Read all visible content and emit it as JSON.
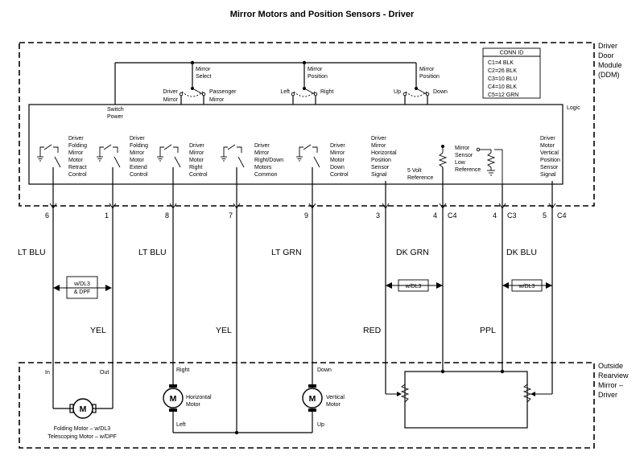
{
  "title": "Mirror Motors and Position Sensors - Driver",
  "ddm": {
    "label": [
      "Driver",
      "Door",
      "Module",
      "(DDM)"
    ],
    "logic_label": "Logic",
    "switch_power": [
      "Switch",
      "Power"
    ],
    "conn_id": {
      "title": "CONN ID",
      "rows": [
        "C1=4 BLK",
        "C2=26 BLK",
        "C3=10 BLU",
        "C4=10 BLK",
        "C5=12 GRN"
      ]
    },
    "switches": {
      "mirror_select": {
        "label": [
          "Mirror",
          "Select"
        ],
        "left": [
          "Driver",
          "Mirror"
        ],
        "right": [
          "Passenger",
          "Mirror"
        ]
      },
      "mirror_position": {
        "label": [
          "Mirror",
          "Position"
        ],
        "left": "Left",
        "right": "Right"
      },
      "up_down": {
        "label": [
          "Mirror",
          "Position"
        ],
        "left": "Up",
        "right": "Down"
      }
    },
    "circuits": [
      [
        "Driver",
        "Folding",
        "Mirror",
        "Motor",
        "Retract",
        "Control"
      ],
      [
        "Driver",
        "Folding",
        "Mirror",
        "Motor",
        "Extend",
        "Control"
      ],
      [
        "Driver",
        "Mirror",
        "Motor",
        "Right",
        "Control"
      ],
      [
        "Driver",
        "Mirror",
        "Right/Down",
        "Motors",
        "Common"
      ],
      [
        "Driver",
        "Mirror",
        "Motor",
        "Down",
        "Control"
      ],
      [
        "Driver",
        "Mirror",
        "Horizontal",
        "Position",
        "Sensor",
        "Signal"
      ],
      [
        "5 Volt",
        "Reference"
      ],
      [
        "Mirror",
        "Sensor",
        "Low",
        "Reference"
      ],
      [
        "Driver",
        "Motor",
        "Vertical",
        "Position",
        "Sensor",
        "Signal"
      ]
    ]
  },
  "pins": [
    {
      "num": "6",
      "conn": ""
    },
    {
      "num": "1",
      "conn": ""
    },
    {
      "num": "8",
      "conn": ""
    },
    {
      "num": "7",
      "conn": ""
    },
    {
      "num": "9",
      "conn": ""
    },
    {
      "num": "3",
      "conn": ""
    },
    {
      "num": "4",
      "conn": "C4"
    },
    {
      "num": "4",
      "conn": "C3"
    },
    {
      "num": "5",
      "conn": "C4"
    }
  ],
  "wires": {
    "upper": [
      "LT BLU",
      "LT BLU",
      "LT GRN",
      "DK GRN",
      "DK BLU"
    ],
    "lower": [
      "YEL",
      "YEL",
      "RED",
      "PPL"
    ]
  },
  "options": {
    "folding": [
      "w/DL3",
      "& DPF"
    ],
    "dkgrn": "w/DL3",
    "dkblu": "w/DL3"
  },
  "orm": {
    "label": [
      "Outside",
      "Rearview",
      "Mirror –",
      "Driver"
    ],
    "folding_in": "In",
    "folding_out": "Out",
    "motor_symbol": "M",
    "folding_caption": [
      "Folding Motor – w/DL3",
      "Telescoping Motor – w/DPF"
    ],
    "horizontal_motor": [
      "Horizontal",
      "Motor"
    ],
    "vertical_motor": [
      "Vertical",
      "Motor"
    ],
    "right": "Right",
    "left": "Left",
    "down": "Down",
    "up": "Up"
  }
}
